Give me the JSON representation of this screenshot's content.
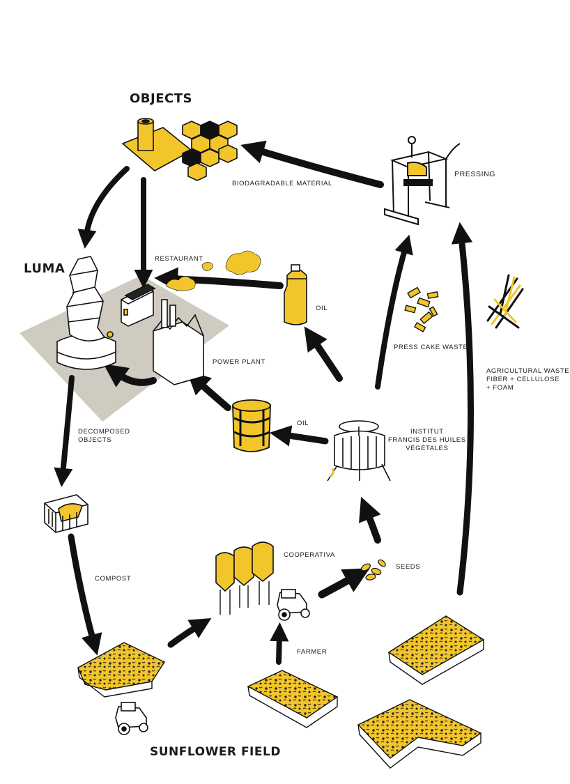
{
  "colors": {
    "accent_yellow": "#f2c52b",
    "ink": "#111111",
    "platform_grey": "#cfcbc1",
    "outline": "#1a1a1a"
  },
  "titles": {
    "objects": "OBJECTS",
    "luma": "LUMA",
    "sunflower_field": "SUNFLOWER FIELD"
  },
  "labels": {
    "biodegradable_material": "BIODAGRADABLE MATERIAL",
    "pressing": "PRESSING",
    "restaurant": "RESTAURANT",
    "oil_top": "OIL",
    "press_cake_waste": "PRESS CAKE WASTE",
    "power_plant": "POWER PLANT",
    "agricultural_waste": [
      "AGRICULTURAL WASTE",
      "FIBER + CELLULOSE",
      "+ FOAM"
    ],
    "decomposed_objects": [
      "DECOMPOSED",
      "OBJECTS"
    ],
    "oil_barrel": "OIL",
    "institut": [
      "INSTITUT",
      "FRANCIS DES HUILES",
      "VÉGÉTALES"
    ],
    "compost": "COMPOST",
    "cooperativa": "COOPERATIVA",
    "seeds": "SEEDS",
    "farmer": "FARMER"
  },
  "icons": [
    "objects-tiles-icon",
    "press-machine-icon",
    "luma-tower-icon",
    "restaurant-icon",
    "power-plant-icon",
    "oil-bottle-icon",
    "oil-barrel-icon",
    "press-cake-icon",
    "agricultural-waste-icon",
    "compost-bin-icon",
    "silo-icon",
    "tractor-icon",
    "seeds-icon",
    "oil-press-icon",
    "sunflower-field-icon",
    "steam-cloud-icon"
  ]
}
